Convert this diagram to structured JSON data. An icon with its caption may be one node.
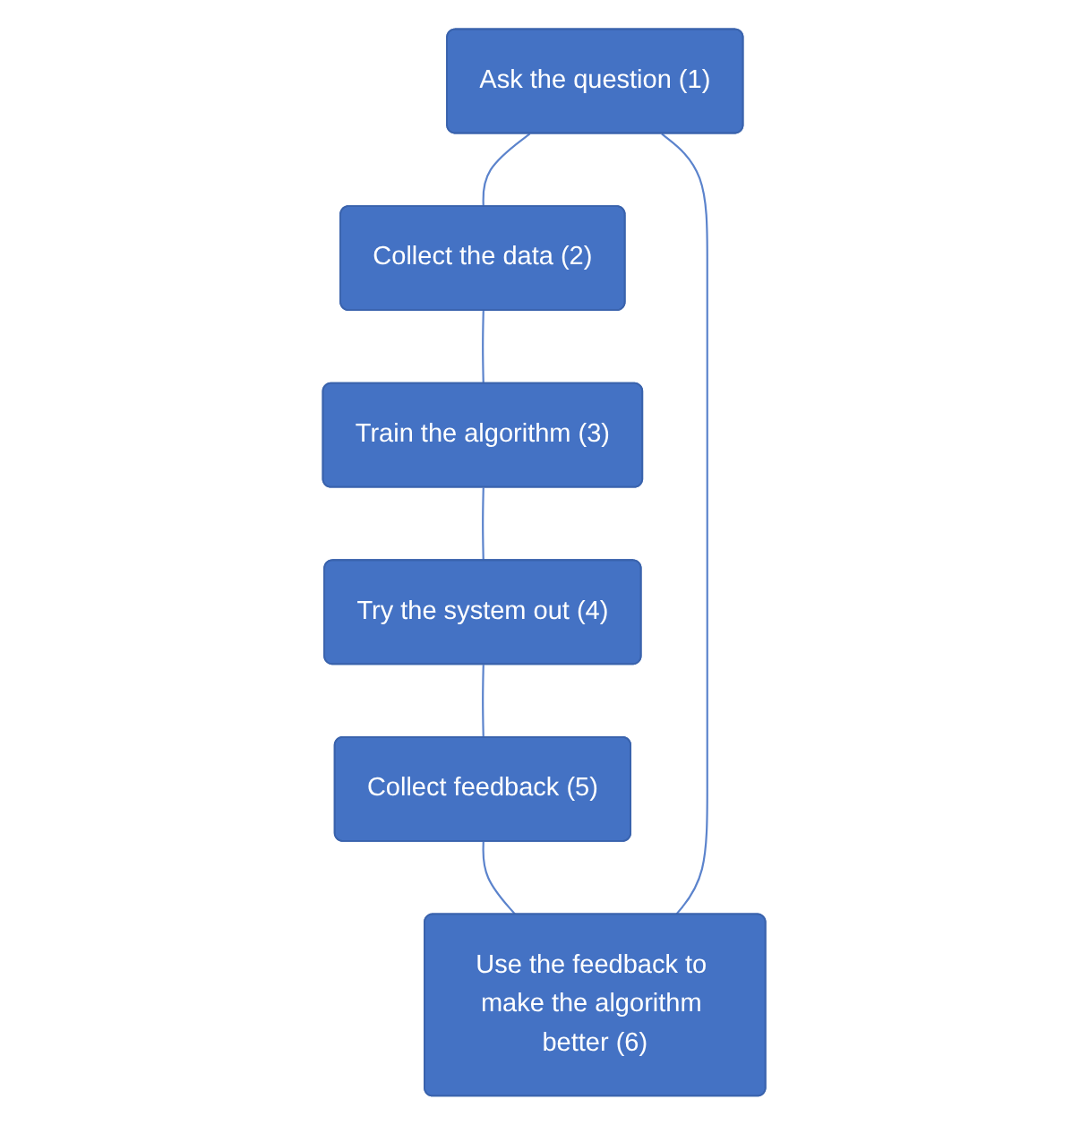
{
  "diagram": {
    "nodes": [
      {
        "text": [
          "Ask the question (1)"
        ]
      },
      {
        "text": [
          "Collect the data (2)"
        ]
      },
      {
        "text": [
          "Train the algorithm (3)"
        ]
      },
      {
        "text": [
          "Try the system out (4)"
        ]
      },
      {
        "text": [
          "Collect feedback (5)"
        ]
      },
      {
        "text": [
          "Use the feedback to make the algorithm better (6)"
        ]
      }
    ],
    "edges": [
      {
        "from": 0,
        "to": 1,
        "arrow": "none"
      },
      {
        "from": 1,
        "to": 2,
        "arrow": "none"
      },
      {
        "from": 2,
        "to": 3,
        "arrow": "none"
      },
      {
        "from": 3,
        "to": 4,
        "arrow": "none"
      },
      {
        "from": 4,
        "to": 5,
        "arrow": "none"
      },
      {
        "from": 5,
        "to": 0,
        "arrow": "none"
      }
    ]
  }
}
